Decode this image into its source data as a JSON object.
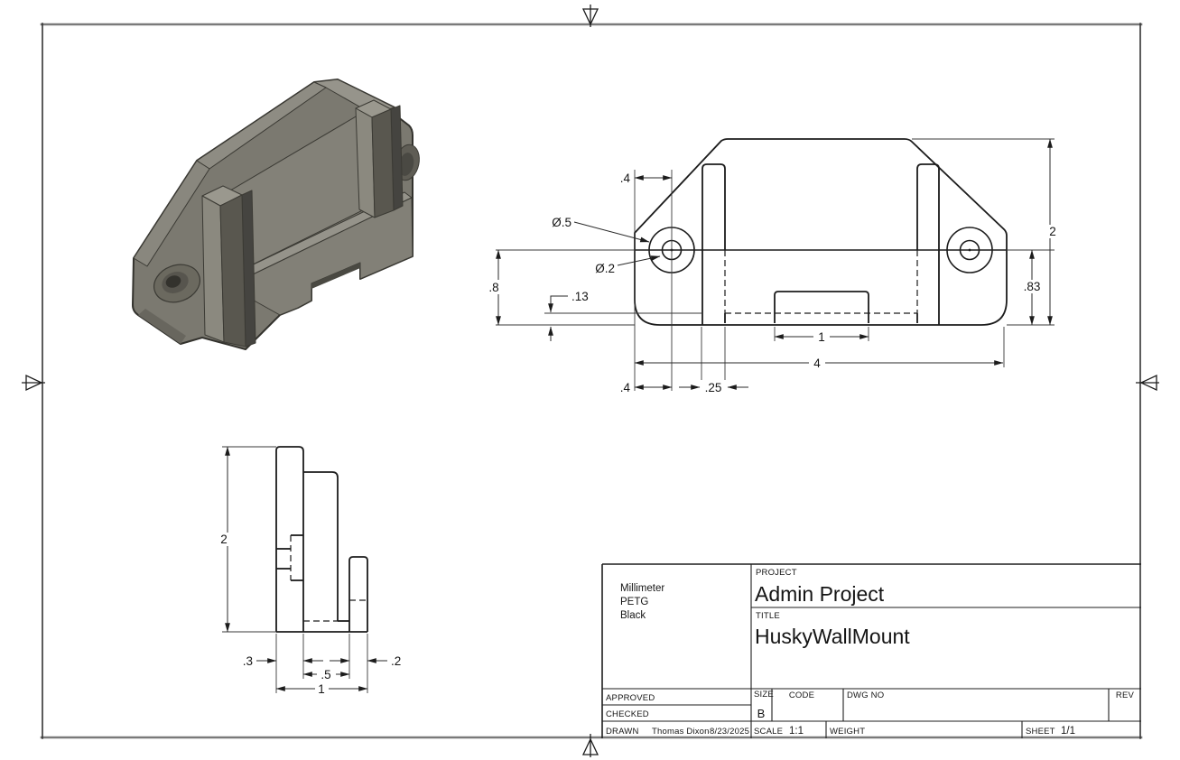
{
  "sheet": {
    "background": "#ffffff",
    "border_color": "#7a7a7a"
  },
  "iso_view": {
    "body_color": "#7b7970",
    "body_light": "#96948b",
    "body_dark": "#59574f",
    "edge_color": "#33322d"
  },
  "front_view": {
    "dims": {
      "hole_offset_top": ".4",
      "hole_outer_dia": "Ø.5",
      "hole_inner_dia": "Ø.2",
      "hole_height": ".8",
      "lip_height": ".13",
      "notch_width": "1",
      "overall_width": "4",
      "hole_offset_bottom": ".4",
      "rail_width": ".25",
      "overall_height": "2",
      "wall_height": ".83"
    }
  },
  "side_view": {
    "dims": {
      "overall_height": "2",
      "plate_thickness": ".3",
      "channel_width": ".5",
      "overall_depth": "1",
      "hook_thickness": ".2"
    }
  },
  "title_block": {
    "notes": {
      "units": "Millimeter",
      "material": "PETG",
      "color": "Black"
    },
    "project_label": "PROJECT",
    "project": "Admin Project",
    "title_label": "TITLE",
    "title": "HuskyWallMount",
    "approved_label": "APPROVED",
    "checked_label": "CHECKED",
    "drawn_label": "DRAWN",
    "drawn_by": "Thomas Dixon",
    "drawn_date": "8/23/2025",
    "size_label": "SIZE",
    "size": "B",
    "code_label": "CODE",
    "dwg_no_label": "DWG NO",
    "rev_label": "REV",
    "scale_label": "SCALE",
    "scale": "1:1",
    "weight_label": "WEIGHT",
    "sheet_label": "SHEET",
    "sheet_number": "1/1"
  }
}
